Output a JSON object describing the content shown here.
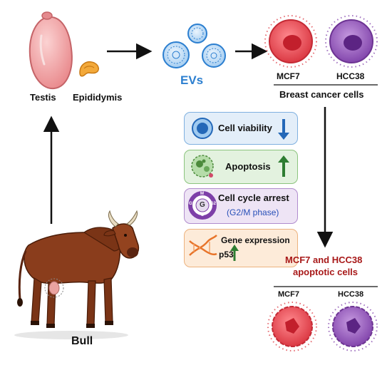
{
  "organs": {
    "testis": "Testis",
    "epididymis": "Epididymis"
  },
  "animal": {
    "label": "Bull"
  },
  "evs": {
    "label": "EVs"
  },
  "top_cells": {
    "cell1": "MCF7",
    "cell2": "HCC38",
    "group": "Breast cancer cells"
  },
  "effects": {
    "viability": {
      "label": "Cell viability",
      "direction": "down"
    },
    "apoptosis": {
      "label": "Apoptosis",
      "direction": "up"
    },
    "cycle": {
      "label": "Cell cycle arrest",
      "sub": "(G2/M phase)",
      "g": "G",
      "g1": "G1",
      "g2": "G2",
      "s": "S",
      "m": "M"
    },
    "gene": {
      "label": "Gene expression",
      "sub": "p53",
      "direction": "up"
    }
  },
  "result": {
    "title_line1": "MCF7 and HCC38",
    "title_line2": "apoptotic cells",
    "cell1": "MCF7",
    "cell2": "HCC38"
  },
  "colors": {
    "ev_blue": "#2c7fd0",
    "mcf7_red": "#e0474f",
    "hcc38_purple": "#8a4fb0",
    "arrow_down": "#2468b8",
    "arrow_up": "#2e7d32",
    "result_title": "#a81919",
    "box_blue": "#e3eef9",
    "box_green": "#e3f2df",
    "box_purple": "#eee4f5",
    "box_orange": "#fdebd9"
  }
}
